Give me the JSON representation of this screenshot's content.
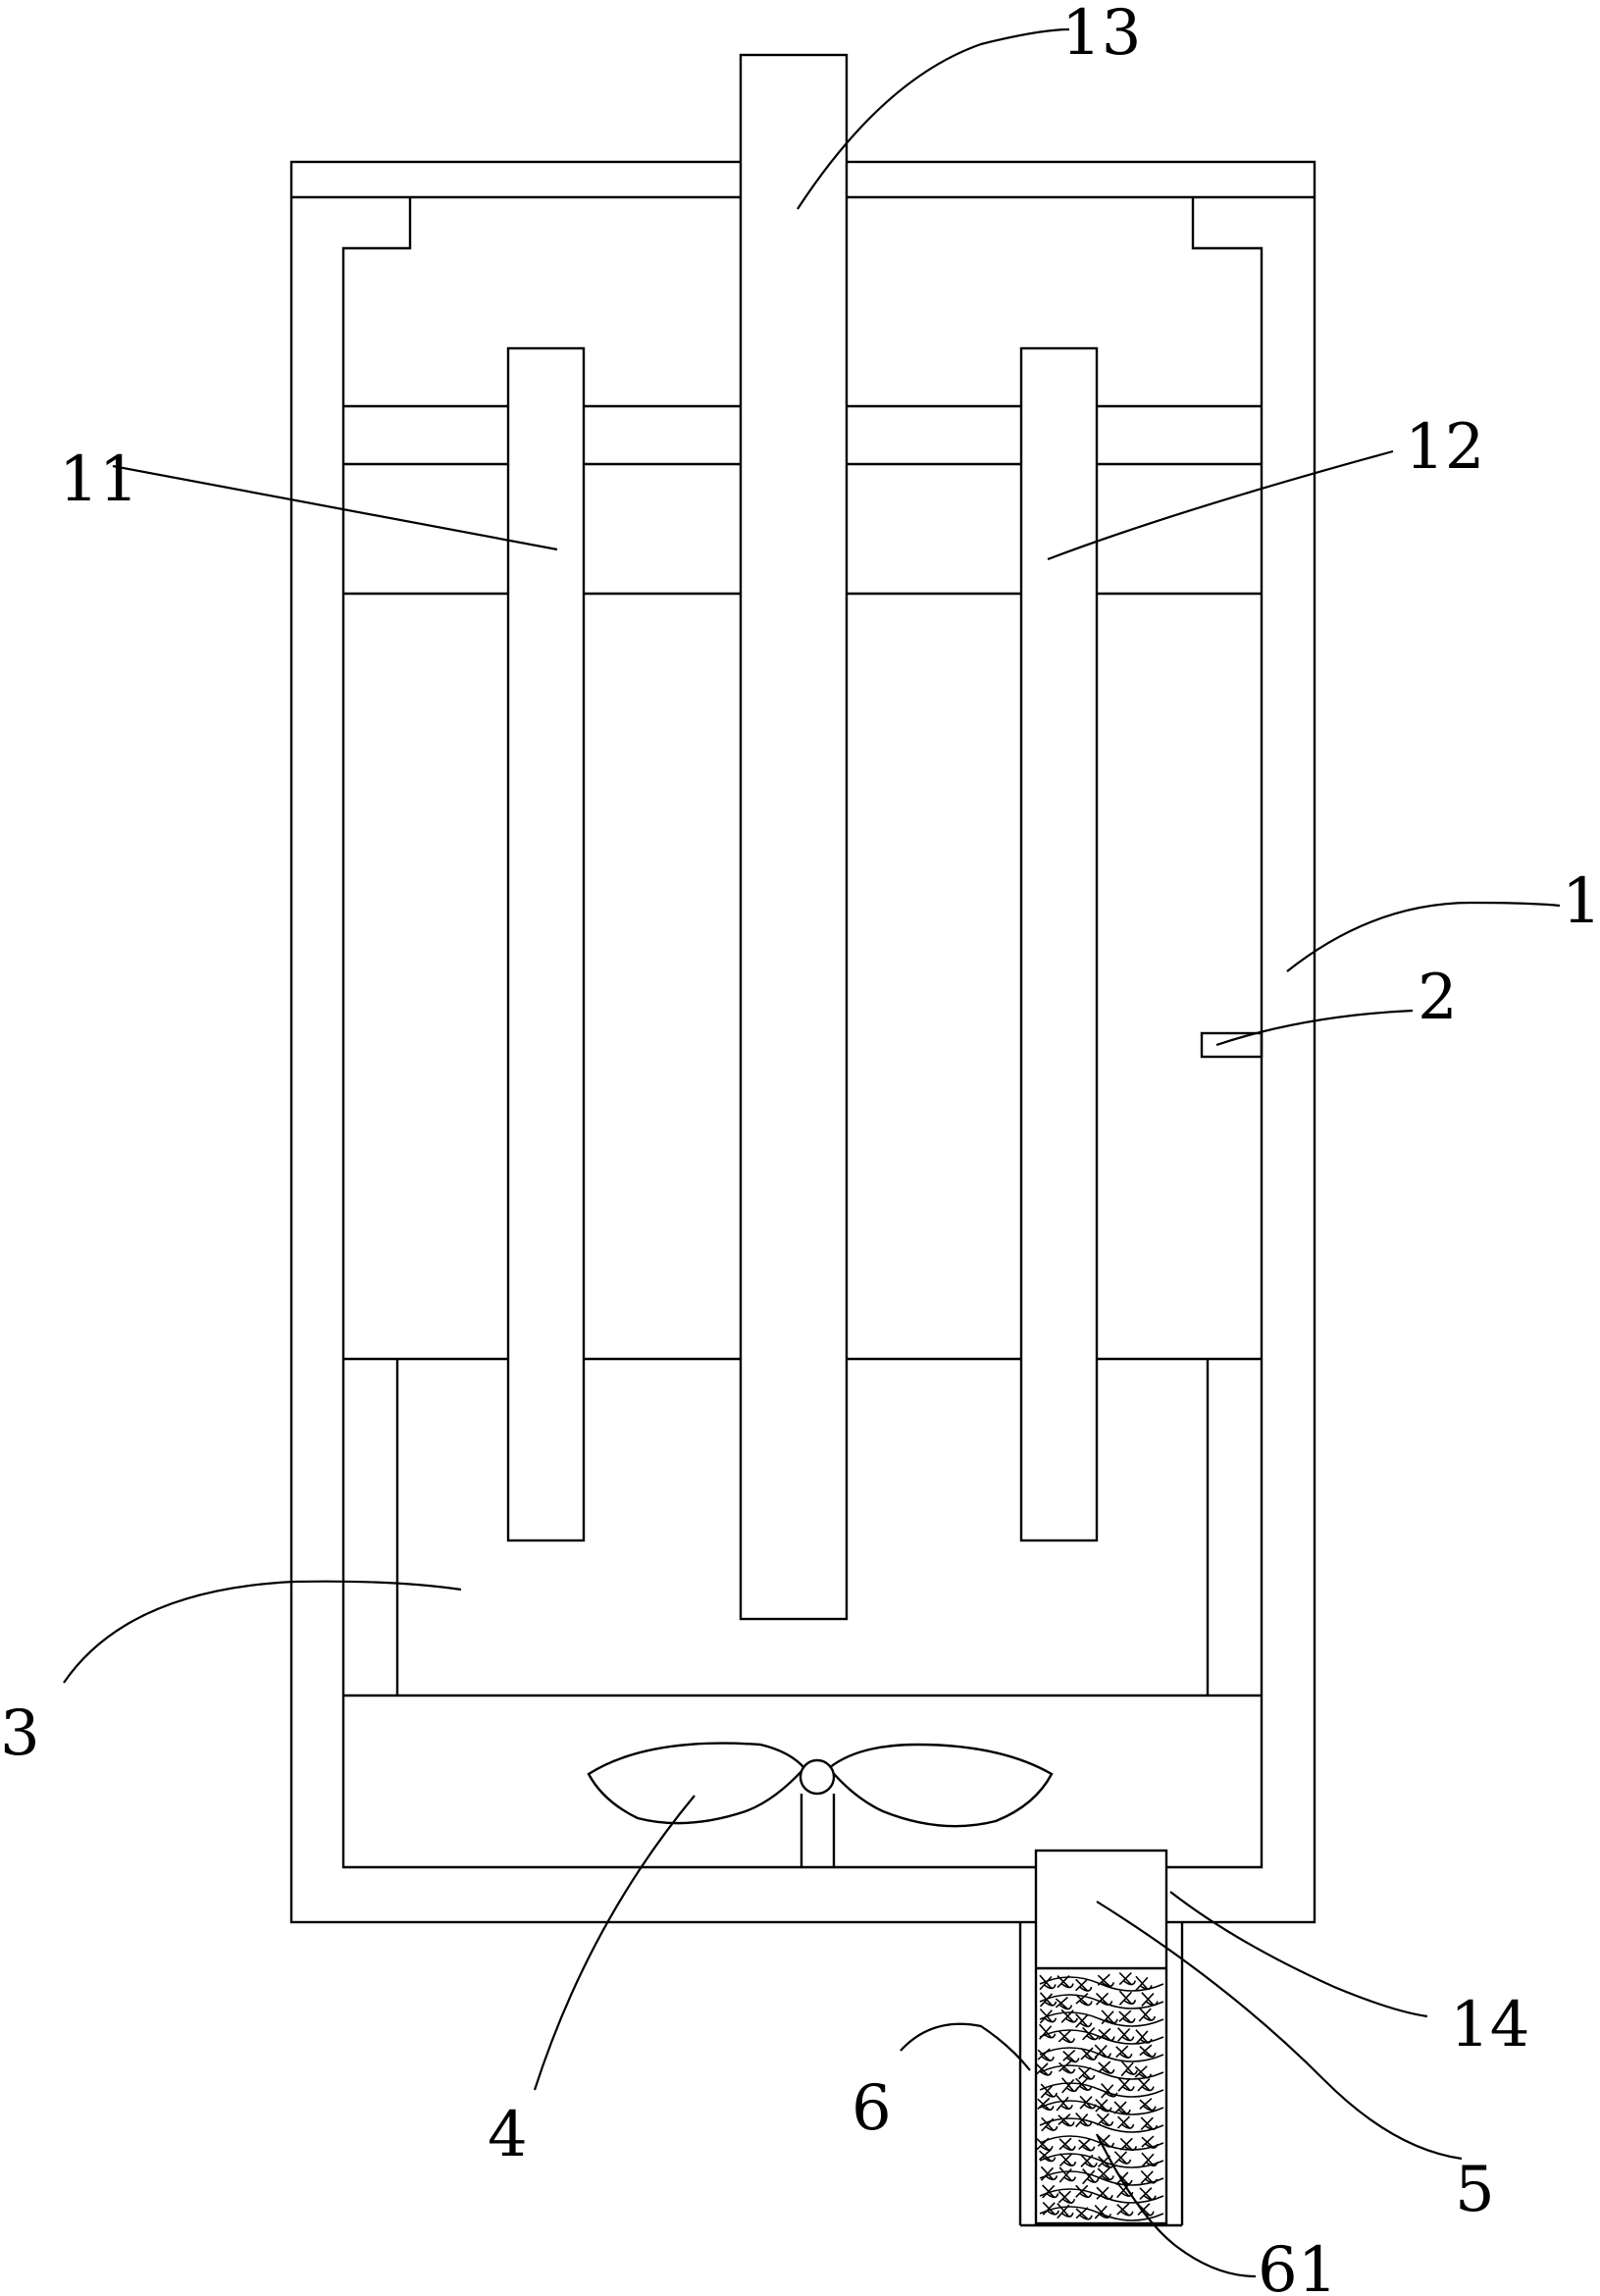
{
  "labels": {
    "ref_1": "1",
    "ref_2": "2",
    "ref_3": "3",
    "ref_4": "4",
    "ref_5": "5",
    "ref_6": "6",
    "ref_11": "11",
    "ref_12": "12",
    "ref_13": "13",
    "ref_14": "14",
    "ref_61": "61"
  },
  "colors": {
    "line": "#000000",
    "background": "#ffffff"
  }
}
